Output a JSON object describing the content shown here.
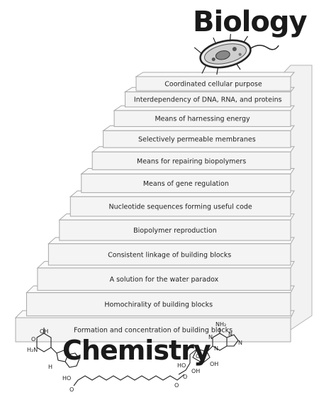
{
  "header": {
    "title": "Biology"
  },
  "footer": {
    "title": "Chemistry"
  },
  "steps": [
    "Coordinated cellular purpose",
    "Interdependency of DNA, RNA, and proteins",
    "Means of harnessing energy",
    "Selectively permeable membranes",
    "Means for repairing biopolymers",
    "Means of gene regulation",
    "Nucleotide sequences forming useful code",
    "Biopolymer reproduction",
    "Consistent linkage of building blocks",
    "A solution for the water paradox",
    "Homochirality of building blocks",
    "Formation and concentration of building blocks"
  ],
  "molecules": {
    "left": {
      "labels": [
        "OH",
        "O",
        "H₂N",
        "H"
      ]
    },
    "right": {
      "labels": [
        "NH₂",
        "N",
        "N",
        "N",
        "N",
        "O",
        "OH",
        "OH",
        "HO",
        "O",
        "O"
      ]
    },
    "bottom": {
      "labels": [
        "HO",
        "O"
      ]
    }
  },
  "icons": {
    "top": "bacterium-cell-icon"
  }
}
